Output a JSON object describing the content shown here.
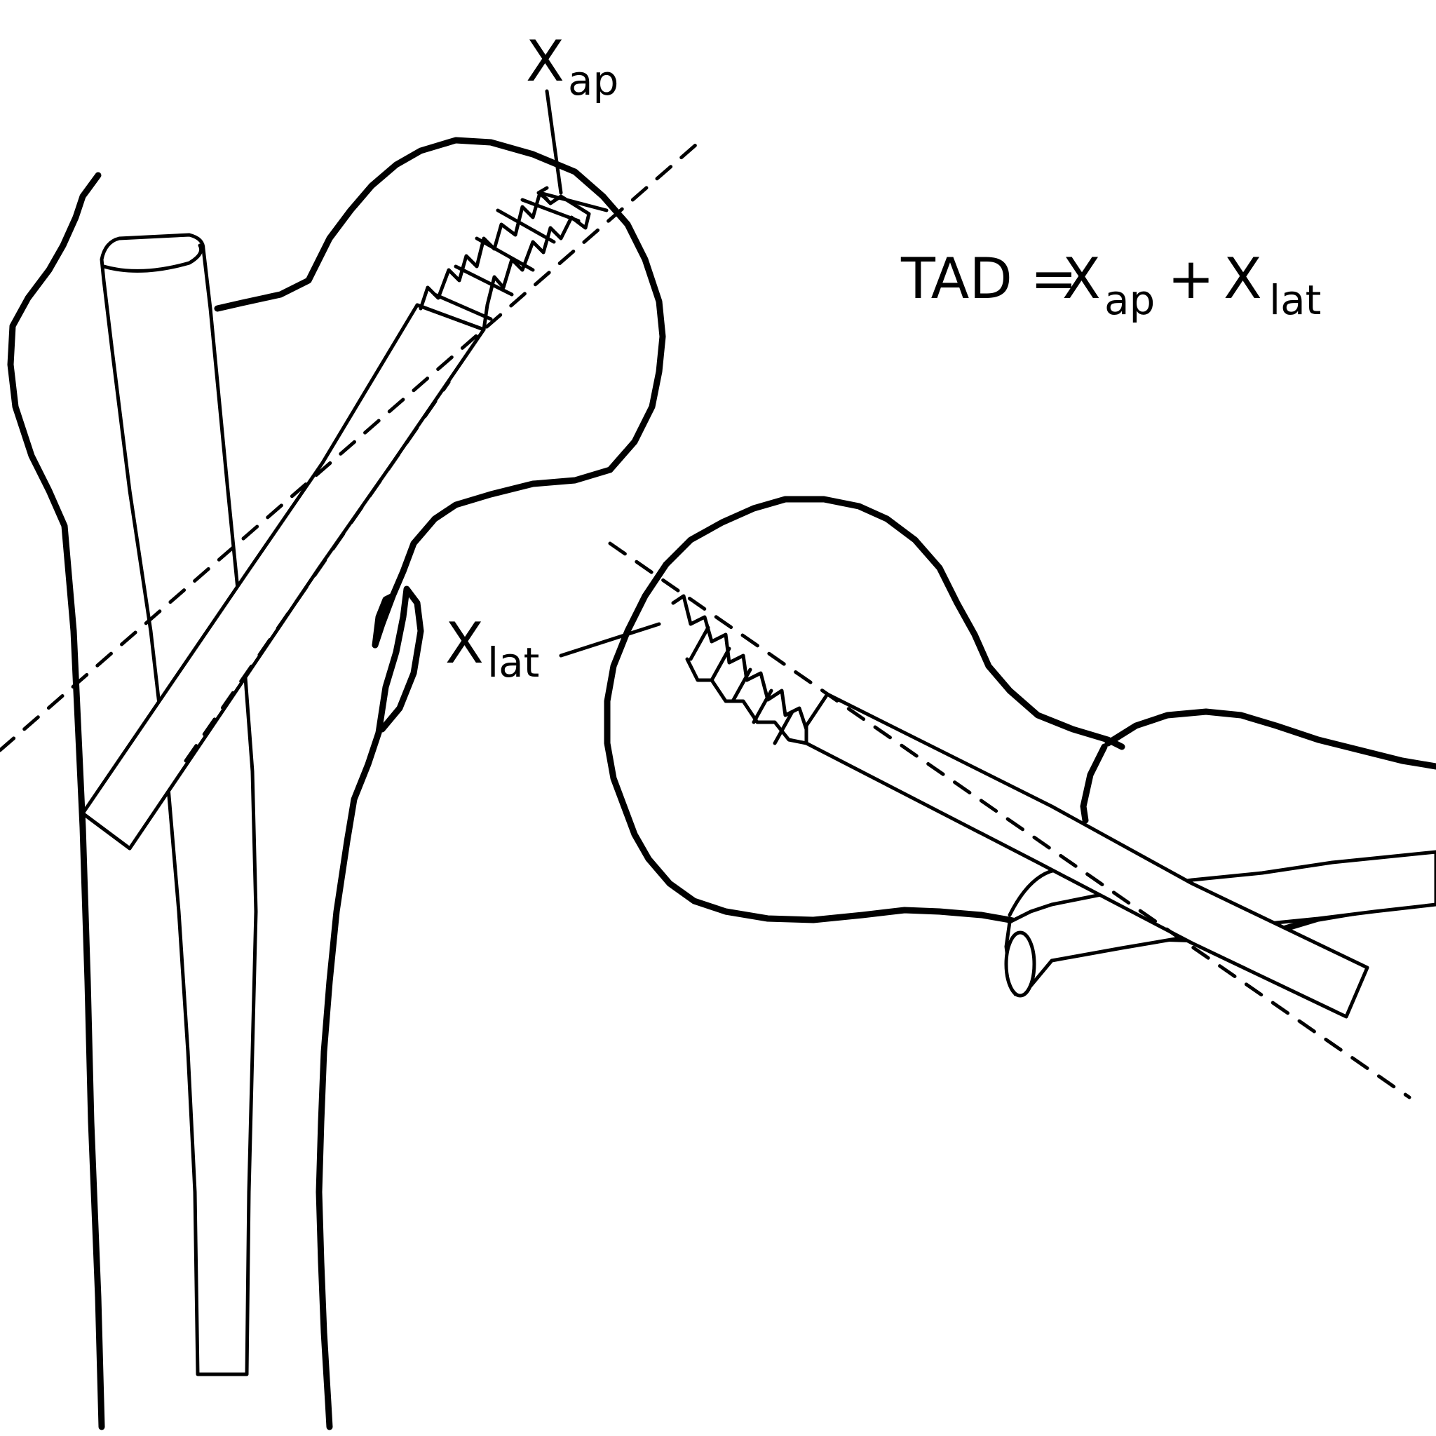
{
  "labels": {
    "x_ap": {
      "main": "X",
      "sub": "ap"
    },
    "x_lat": {
      "main": "X",
      "sub": "lat"
    }
  },
  "formula": {
    "lhs": "TAD =",
    "term1": "X",
    "term1_sub": "ap",
    "plus": "+",
    "term2": "X",
    "term2_sub": "lat"
  }
}
